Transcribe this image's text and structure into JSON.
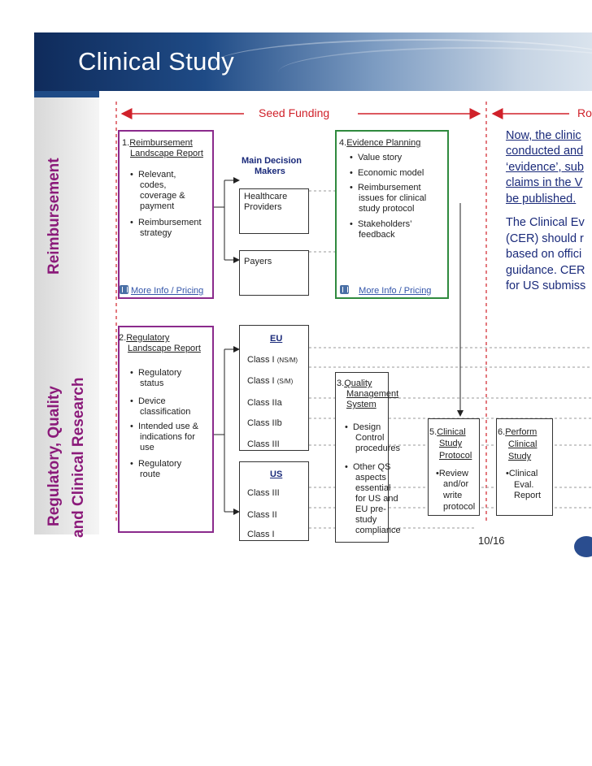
{
  "slide": {
    "title": "Clinical Study",
    "side_labels": {
      "reimbursement": "Reimbursement",
      "regulatory_1": "Regulatory, Quality",
      "regulatory_2": "and Clinical Research"
    },
    "seed_funding": "Seed Funding",
    "right_header_fragment": "Ro",
    "page_number": "10/16"
  },
  "box1": {
    "num": "1.",
    "title_1": "Reimbursement",
    "title_2": "Landscape Report",
    "bullets": [
      "Relevant,",
      "codes,",
      "coverage &",
      "payment",
      "Reimbursement",
      "strategy"
    ],
    "link": "More Info / Pricing"
  },
  "decision": {
    "title_1": "Main Decision",
    "title_2": "Makers",
    "healthcare_1": "Healthcare",
    "healthcare_2": "Providers",
    "payers": "Payers"
  },
  "box4": {
    "num": "4.",
    "title": "Evidence Planning",
    "bullets": [
      "Value story",
      "Economic model",
      "Reimbursement",
      "issues for clinical",
      "study protocol",
      "Stakeholders’",
      "feedback"
    ],
    "link": "More Info / Pricing"
  },
  "box2": {
    "num": "2.",
    "title_1": "Regulatory",
    "title_2": "Landscape Report",
    "bullets": [
      "Regulatory",
      "status",
      "Device",
      "classification",
      "Intended use &",
      "indications for",
      "use",
      "Regulatory",
      "route"
    ]
  },
  "eu": {
    "title": "EU",
    "classes": [
      "Class I",
      "Class I",
      "Class IIa",
      "Class IIb",
      "Class III"
    ],
    "suffix_1": "(NS/M)",
    "suffix_2": "(S/M)"
  },
  "us": {
    "title": "US",
    "classes": [
      "Class III",
      "Class II",
      "Class I"
    ]
  },
  "box3": {
    "num": "3.",
    "title": [
      "Quality",
      "Management",
      "System"
    ],
    "bullets": [
      "Design",
      "Control",
      "procedures",
      "Other QS",
      "aspects",
      "essential",
      "for US and",
      "EU pre-",
      "study",
      "compliance"
    ]
  },
  "box5": {
    "num": "5.",
    "title": [
      "Clinical",
      "Study",
      "Protocol"
    ],
    "bullets": [
      "•Review",
      "and/or",
      "write",
      "protocol"
    ]
  },
  "box6": {
    "num": "6.",
    "title": [
      "Perform",
      "Clinical",
      "Study"
    ],
    "bullets": [
      "•Clinical",
      "Eval.",
      "Report"
    ]
  },
  "right_text": {
    "lines_1": [
      "Now, the clinic",
      "conducted and",
      "‘evidence’, sub",
      "claims in the V",
      "be published."
    ],
    "lines_2": [
      "The Clinical Ev",
      "(CER) should r",
      "based on offici",
      "guidance. CER",
      "for US submiss"
    ]
  },
  "colors": {
    "accent_red": "#d0212a",
    "green_box": "#2f8a3e",
    "purple_box": "#8b2a8c",
    "text_blue": "#1a2a7a"
  }
}
